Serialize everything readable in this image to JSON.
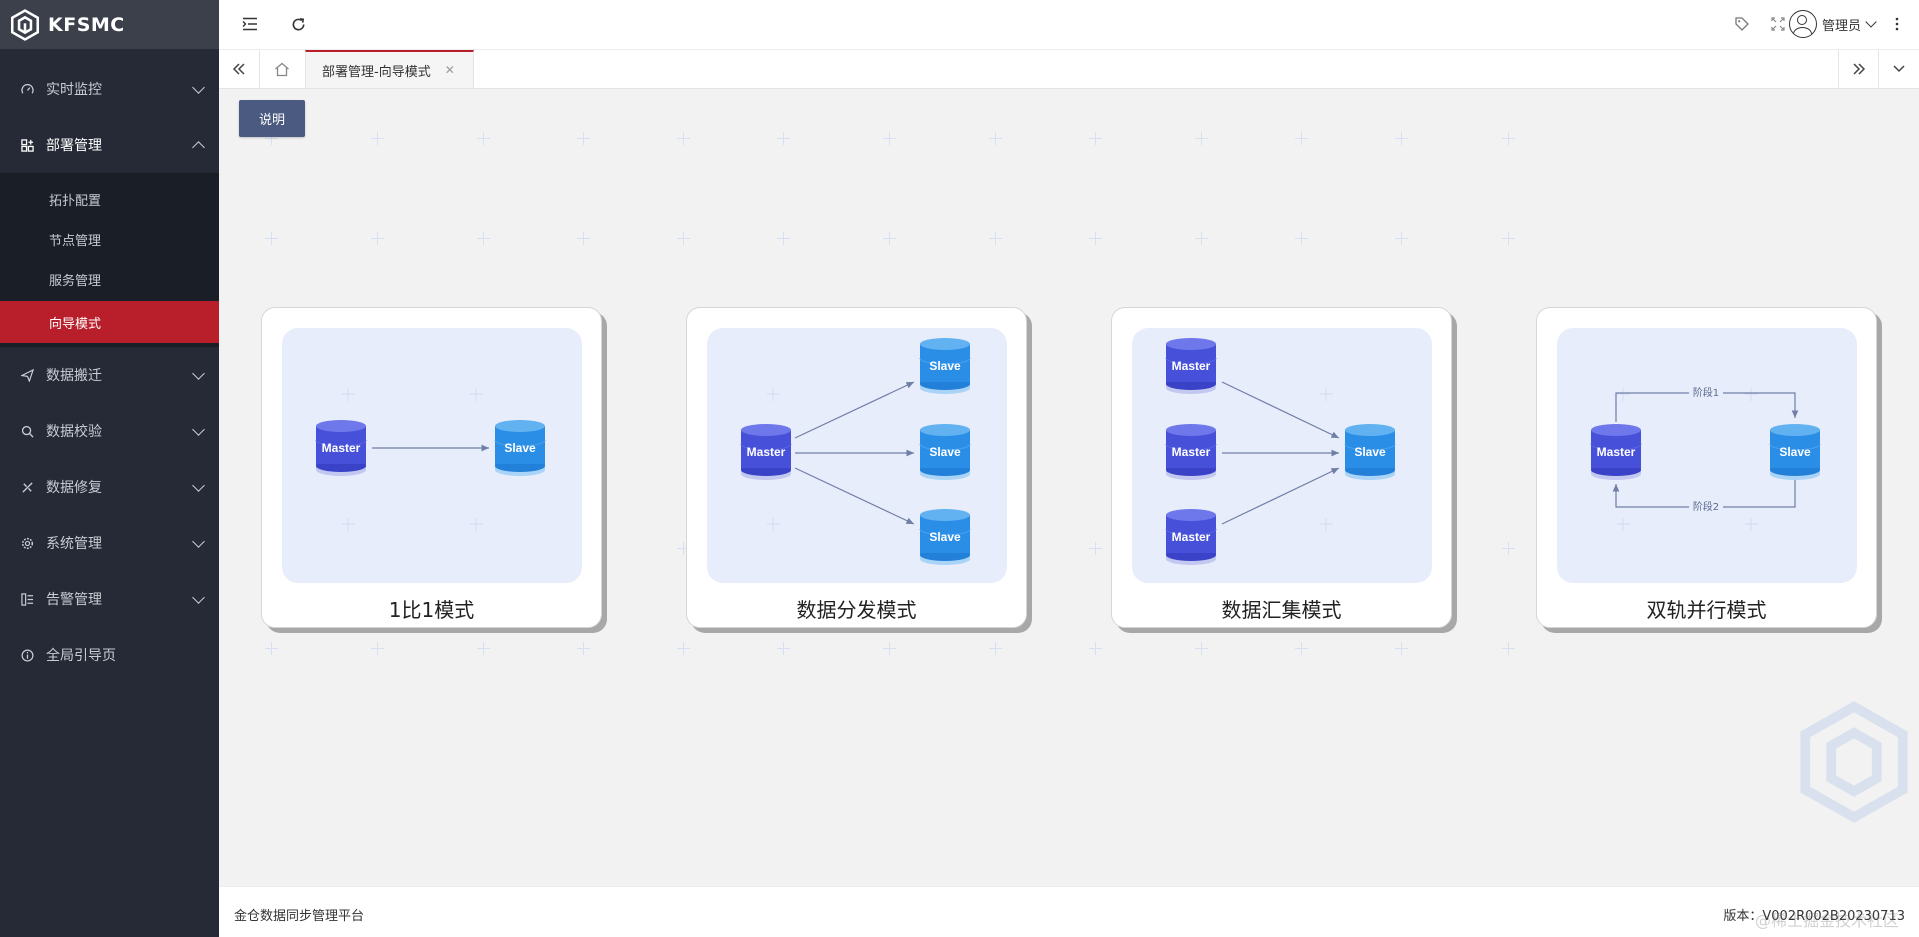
{
  "app": {
    "name": "KFSMC"
  },
  "sidebar": {
    "items": [
      {
        "label": "实时监控",
        "icon": "speedometer-icon",
        "expanded": false
      },
      {
        "label": "部署管理",
        "icon": "deploy-grid-icon",
        "expanded": true,
        "children": [
          {
            "label": "拓扑配置",
            "active": false
          },
          {
            "label": "节点管理",
            "active": false
          },
          {
            "label": "服务管理",
            "active": false
          },
          {
            "label": "向导模式",
            "active": true
          }
        ]
      },
      {
        "label": "数据搬迁",
        "icon": "send-icon",
        "expanded": false
      },
      {
        "label": "数据校验",
        "icon": "search-icon",
        "expanded": false
      },
      {
        "label": "数据修复",
        "icon": "repair-icon",
        "expanded": false
      },
      {
        "label": "系统管理",
        "icon": "gear-icon",
        "expanded": false
      },
      {
        "label": "告警管理",
        "icon": "alarm-icon",
        "expanded": false
      },
      {
        "label": "全局引导页",
        "icon": "info-icon"
      }
    ]
  },
  "header": {
    "user_label": "管理员"
  },
  "tabs": [
    {
      "label": "部署管理-向导模式",
      "active": true
    }
  ],
  "main": {
    "desc_button": "说明",
    "cards": [
      {
        "title": "1比1模式",
        "diagram": "one-to-one"
      },
      {
        "title": "数据分发模式",
        "diagram": "distribution"
      },
      {
        "title": "数据汇集模式",
        "diagram": "aggregation"
      },
      {
        "title": "双轨并行模式",
        "diagram": "dual-track"
      }
    ],
    "node_labels": {
      "master": "Master",
      "slave": "Slave"
    },
    "stage_labels": [
      "阶段1",
      "阶段2"
    ]
  },
  "footer": {
    "platform": "金仓数据同步管理平台",
    "version": "版本：V002R002B20230713",
    "watermark": "@稀土掘金技术社区"
  },
  "colors": {
    "accent": "#b81f2a",
    "sidebar_bg": "#252a36",
    "button": "#4a5a80",
    "master": "#4650d8",
    "slave": "#2b8ee6"
  }
}
